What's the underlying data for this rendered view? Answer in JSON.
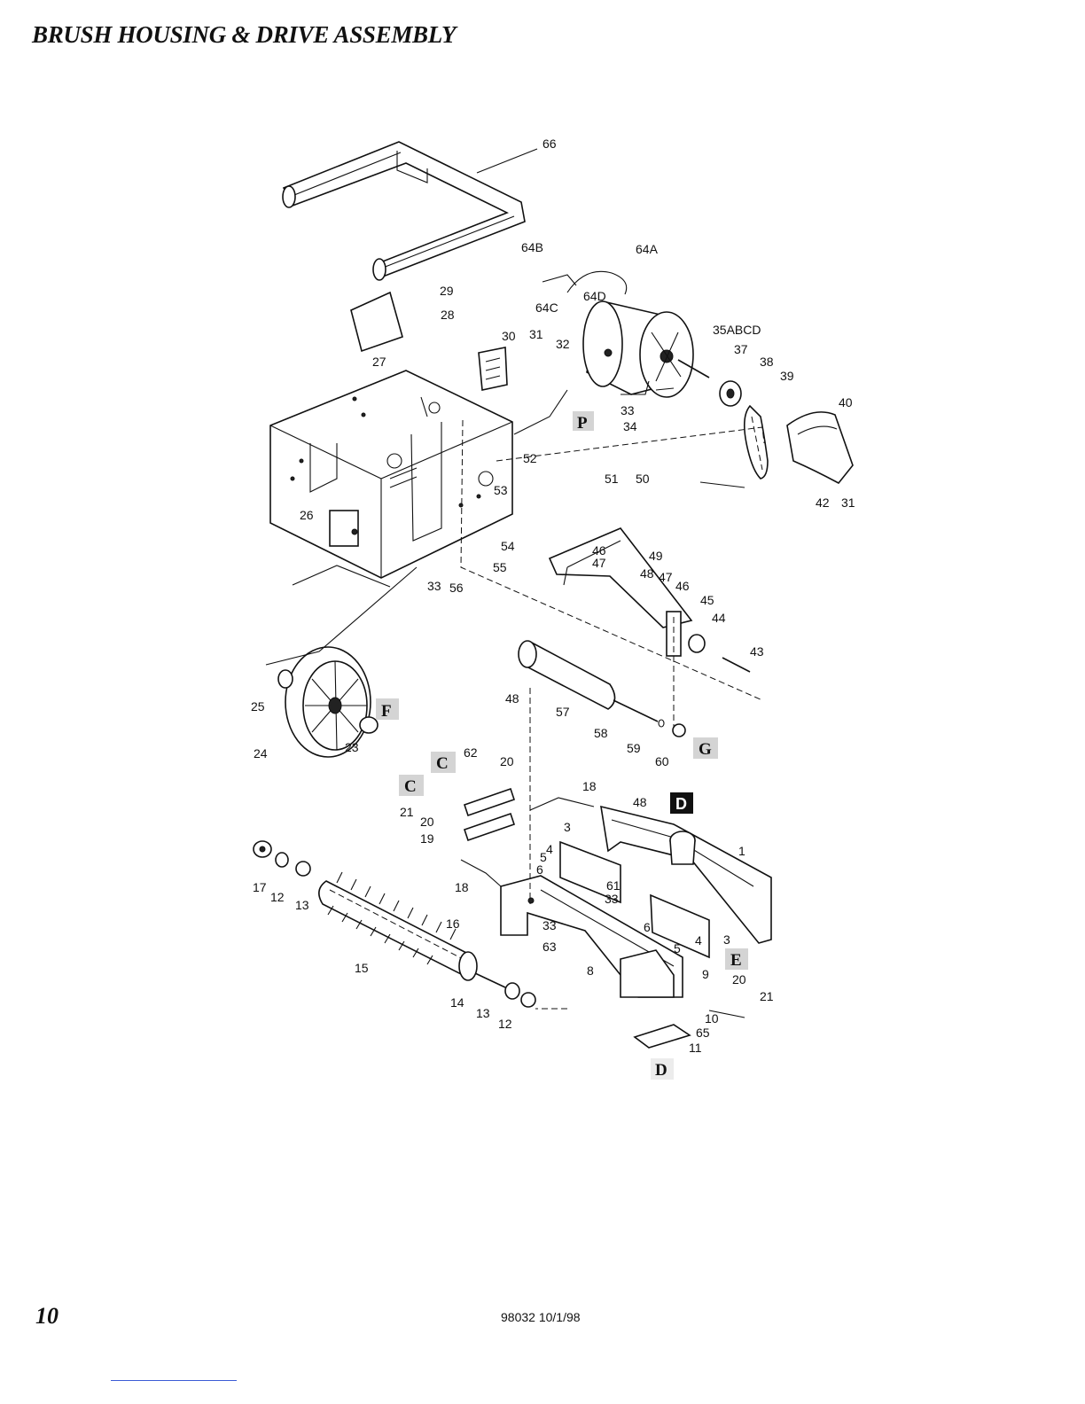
{
  "header": {
    "title": "BRUSH HOUSING & DRIVE ASSEMBLY"
  },
  "footer": {
    "page_number": "10",
    "doc_code": "98032  10/1/98"
  },
  "diagram": {
    "callouts": [
      "66",
      "64B",
      "64A",
      "64C",
      "64D",
      "35ABCD",
      "37",
      "38",
      "39",
      "40",
      "42",
      "31",
      "29",
      "28",
      "27",
      "30",
      "31",
      "32",
      "33",
      "34",
      "52",
      "53",
      "26",
      "51",
      "50",
      "46",
      "47",
      "49",
      "48",
      "47",
      "46",
      "45",
      "44",
      "43",
      "54",
      "55",
      "33",
      "56",
      "25",
      "24",
      "23",
      "48",
      "57",
      "58",
      "59",
      "60",
      "62",
      "20",
      "18",
      "48",
      "21",
      "20",
      "19",
      "3",
      "1",
      "17",
      "12",
      "13",
      "16",
      "5",
      "6",
      "61",
      "33",
      "33",
      "63",
      "18",
      "15",
      "6",
      "5",
      "4",
      "4",
      "3",
      "8",
      "9",
      "20",
      "21",
      "10",
      "65",
      "11",
      "14",
      "13",
      "12"
    ],
    "ref_letters": [
      "P",
      "F",
      "G",
      "C",
      "C",
      "D",
      "E",
      "D"
    ]
  }
}
